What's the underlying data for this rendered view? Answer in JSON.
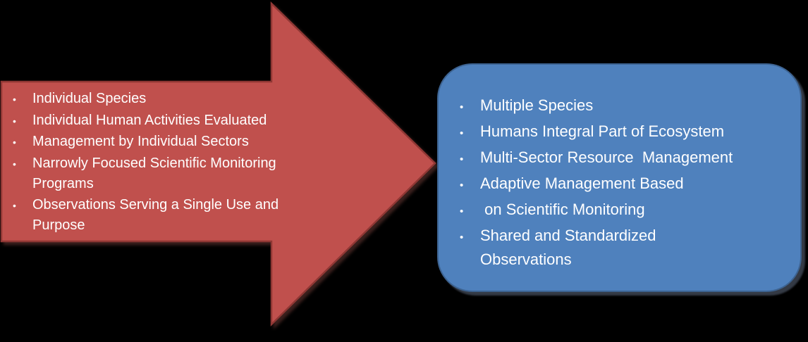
{
  "theme": {
    "canvas_bg": "#000000",
    "arrow_fill": "#c0504d",
    "arrow_border": "#8f3734",
    "panel_fill": "#4f81bd",
    "panel_border": "#3d6391",
    "text_color": "#ffffff"
  },
  "diagram": {
    "bullet_char": "•",
    "old_approach": {
      "items": [
        "Individual Species",
        "Individual Human Activities Evaluated",
        "Management by Individual Sectors",
        "Narrowly Focused Scientific Monitoring\nPrograms",
        "Observations Serving a Single Use and\nPurpose"
      ]
    },
    "new_approach": {
      "items": [
        "Multiple Species",
        "Humans Integral Part of Ecosystem",
        "Multi-Sector Resource  Management",
        "Adaptive Management Based",
        " on Scientific Monitoring",
        "Shared and Standardized\nObservations"
      ]
    }
  }
}
